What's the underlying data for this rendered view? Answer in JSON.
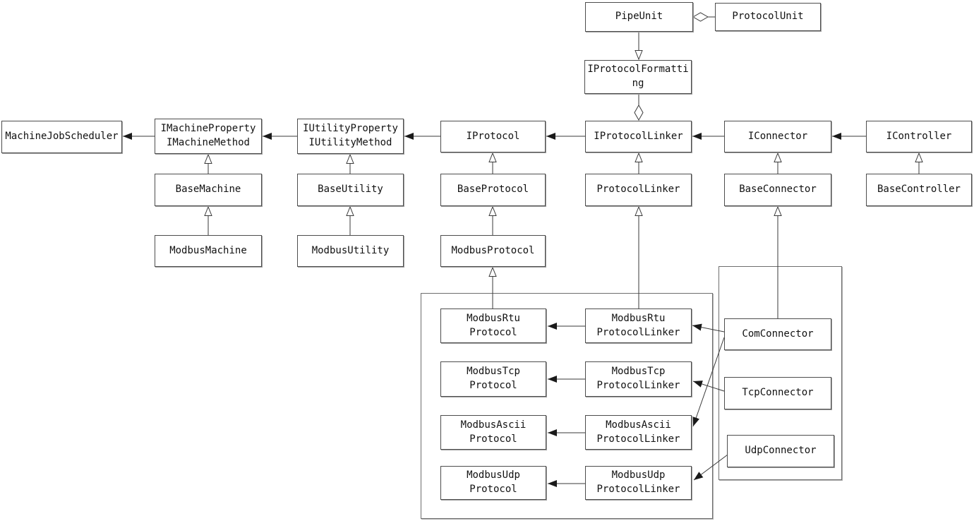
{
  "diagram": {
    "type": "uml-class-diagram",
    "nodes": {
      "pipe_unit": {
        "label": "PipeUnit"
      },
      "protocol_unit": {
        "label": "ProtocolUnit"
      },
      "iprotocol_formatting": {
        "label": "IProtocolFormatti\nng"
      },
      "machine_job_scheduler": {
        "label": "MachineJobScheduler"
      },
      "imachine": {
        "label": "IMachineProperty\nIMachineMethod"
      },
      "iutility": {
        "label": "IUtilityProperty\nIUtilityMethod"
      },
      "iprotocol": {
        "label": "IProtocol"
      },
      "iprotocol_linker": {
        "label": "IProtocolLinker"
      },
      "iconnector": {
        "label": "IConnector"
      },
      "icontroller": {
        "label": "IController"
      },
      "base_machine": {
        "label": "BaseMachine"
      },
      "base_utility": {
        "label": "BaseUtility"
      },
      "base_protocol": {
        "label": "BaseProtocol"
      },
      "protocol_linker": {
        "label": "ProtocolLinker"
      },
      "base_connector": {
        "label": "BaseConnector"
      },
      "base_controller": {
        "label": "BaseController"
      },
      "modbus_machine": {
        "label": "ModbusMachine"
      },
      "modbus_utility": {
        "label": "ModbusUtility"
      },
      "modbus_protocol": {
        "label": "ModbusProtocol"
      },
      "modbus_rtu_protocol": {
        "label": "ModbusRtu\nProtocol"
      },
      "modbus_rtu_protocol_linker": {
        "label": "ModbusRtu\nProtocolLinker"
      },
      "modbus_tcp_protocol": {
        "label": "ModbusTcp\nProtocol"
      },
      "modbus_tcp_protocol_linker": {
        "label": "ModbusTcp\nProtocolLinker"
      },
      "modbus_ascii_protocol": {
        "label": "ModbusAscii\nProtocol"
      },
      "modbus_ascii_protocol_linker": {
        "label": "ModbusAscii\nProtocolLinker"
      },
      "modbus_udp_protocol": {
        "label": "ModbusUdp\nProtocol"
      },
      "modbus_udp_protocol_linker": {
        "label": "ModbusUdp\nProtocolLinker"
      },
      "com_connector": {
        "label": "ComConnector"
      },
      "tcp_connector": {
        "label": "TcpConnector"
      },
      "udp_connector": {
        "label": "UdpConnector"
      }
    },
    "relationships": [
      {
        "from": "ProtocolUnit",
        "to": "PipeUnit",
        "type": "aggregation"
      },
      {
        "from": "PipeUnit",
        "to": "IProtocolFormatting",
        "type": "realization"
      },
      {
        "from": "IProtocolFormatting",
        "to": "IProtocolLinker",
        "type": "aggregation"
      },
      {
        "from": "IMachineProperty/IMachineMethod",
        "to": "MachineJobScheduler",
        "type": "association"
      },
      {
        "from": "IUtilityProperty/IUtilityMethod",
        "to": "IMachineProperty/IMachineMethod",
        "type": "association"
      },
      {
        "from": "IProtocol",
        "to": "IUtilityProperty/IUtilityMethod",
        "type": "association"
      },
      {
        "from": "IProtocolLinker",
        "to": "IProtocol",
        "type": "association"
      },
      {
        "from": "IConnector",
        "to": "IProtocolLinker",
        "type": "association"
      },
      {
        "from": "IController",
        "to": "IConnector",
        "type": "association"
      },
      {
        "from": "BaseMachine",
        "to": "IMachineProperty/IMachineMethod",
        "type": "inheritance"
      },
      {
        "from": "ModbusMachine",
        "to": "BaseMachine",
        "type": "inheritance"
      },
      {
        "from": "BaseUtility",
        "to": "IUtilityProperty/IUtilityMethod",
        "type": "inheritance"
      },
      {
        "from": "ModbusUtility",
        "to": "BaseUtility",
        "type": "inheritance"
      },
      {
        "from": "BaseProtocol",
        "to": "IProtocol",
        "type": "inheritance"
      },
      {
        "from": "ModbusProtocol",
        "to": "BaseProtocol",
        "type": "inheritance"
      },
      {
        "from": "ModbusRtuProtocol",
        "to": "ModbusProtocol",
        "type": "inheritance"
      },
      {
        "from": "ProtocolLinker",
        "to": "IProtocolLinker",
        "type": "inheritance"
      },
      {
        "from": "ModbusRtuProtocolLinker",
        "to": "ProtocolLinker",
        "type": "inheritance"
      },
      {
        "from": "BaseConnector",
        "to": "IConnector",
        "type": "inheritance"
      },
      {
        "from": "ComConnector",
        "to": "BaseConnector",
        "type": "inheritance"
      },
      {
        "from": "BaseController",
        "to": "IController",
        "type": "inheritance"
      },
      {
        "from": "ModbusRtuProtocolLinker",
        "to": "ModbusRtuProtocol",
        "type": "association"
      },
      {
        "from": "ModbusTcpProtocolLinker",
        "to": "ModbusTcpProtocol",
        "type": "association"
      },
      {
        "from": "ModbusAsciiProtocolLinker",
        "to": "ModbusAsciiProtocol",
        "type": "association"
      },
      {
        "from": "ModbusUdpProtocolLinker",
        "to": "ModbusUdpProtocol",
        "type": "association"
      },
      {
        "from": "ComConnector",
        "to": "ModbusRtuProtocolLinker",
        "type": "association"
      },
      {
        "from": "ComConnector",
        "to": "ModbusAsciiProtocolLinker",
        "type": "association"
      },
      {
        "from": "TcpConnector",
        "to": "ModbusTcpProtocolLinker",
        "type": "association"
      },
      {
        "from": "UdpConnector",
        "to": "ModbusUdpProtocolLinker",
        "type": "association"
      }
    ],
    "colors": {
      "line": "#3a3a3a",
      "box_border": "#4d4d4d",
      "box_fill": "#ffffff",
      "background": "#ffffff"
    }
  }
}
